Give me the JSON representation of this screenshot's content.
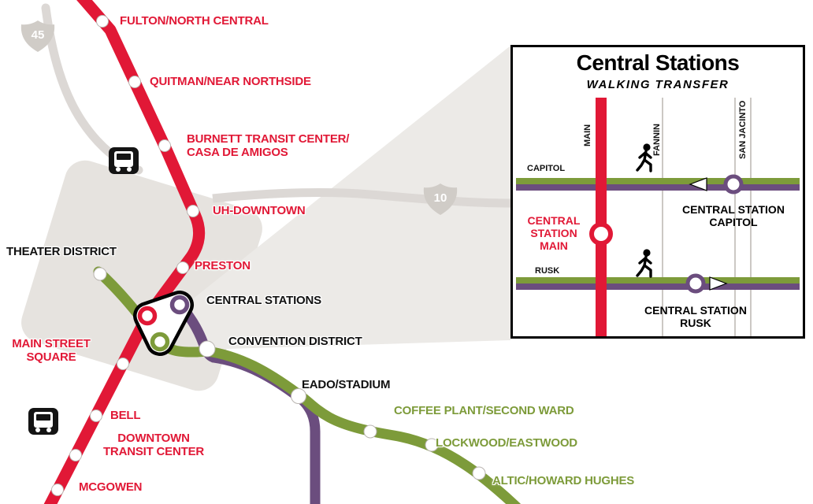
{
  "colors": {
    "red_line": "#e11836",
    "green_line": "#7d9b3a",
    "purple_line": "#6b4d7e",
    "road": "#dcd8d5",
    "downtown_area": "#e6e3df",
    "beam": "#eceae7"
  },
  "highways": {
    "i45": "45",
    "i10": "10"
  },
  "stations": {
    "fulton": "FULTON/NORTH CENTRAL",
    "quitman": "QUITMAN/NEAR NORTHSIDE",
    "burnett": "BURNETT TRANSIT CENTER/\nCASA DE AMIGOS",
    "uh_downtown": "UH-DOWNTOWN",
    "theater_district": "THEATER DISTRICT",
    "preston": "PRESTON",
    "central_stations": "CENTRAL STATIONS",
    "main_street_square": "MAIN STREET\nSQUARE",
    "convention_district": "CONVENTION DISTRICT",
    "eado_stadium": "EADO/STADIUM",
    "coffee_plant": "COFFEE PLANT/SECOND WARD",
    "bell": "BELL",
    "lockwood": "LOCKWOOD/EASTWOOD",
    "downtown_transit_center": "DOWNTOWN\nTRANSIT CENTER",
    "mcgowen": "MCGOWEN",
    "altic": "ALTIC/HOWARD HUGHES"
  },
  "inset": {
    "title": "Central Stations",
    "subtitle": "WALKING TRANSFER",
    "streets": {
      "main": "MAIN",
      "fannin": "FANNIN",
      "san_jacinto": "SAN JACINTO",
      "capitol": "CAPITOL",
      "rusk": "RUSK"
    },
    "stations": {
      "main": "CENTRAL\nSTATION\nMAIN",
      "capitol": "CENTRAL STATION\nCAPITOL",
      "rusk": "CENTRAL STATION\nRUSK"
    }
  }
}
